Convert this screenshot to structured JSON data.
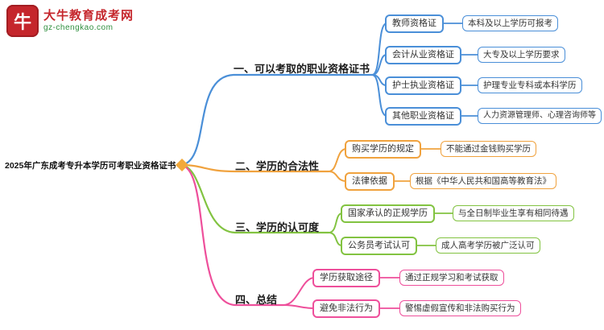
{
  "logo": {
    "title": "大牛教育成考网",
    "subtitle": "gz-chengkao.com",
    "icon": "bull-seal-icon",
    "icon_glyph": "牛"
  },
  "root_label": "2025年广东成考专升本学历可考职业资格证书",
  "colors": {
    "branch1_blue": "#4a8fd8",
    "branch2_orange": "#f0a23e",
    "branch3_green": "#82c341",
    "branch4_pink": "#ee4f9b",
    "logo_red": "#c5262c",
    "logo_green": "#2f8f3f"
  },
  "branches": [
    {
      "label": "一、可以考取的职业资格证书",
      "children": [
        {
          "label": "教师资格证",
          "detail": "本科及以上学历可报考"
        },
        {
          "label": "会计从业资格证",
          "detail": "大专及以上学历要求"
        },
        {
          "label": "护士执业资格证",
          "detail": "护理专业专科或本科学历"
        },
        {
          "label": "其他职业资格证",
          "detail": "人力资源管理师、心理咨询师等"
        }
      ]
    },
    {
      "label": "二、学历的合法性",
      "children": [
        {
          "label": "购买学历的规定",
          "detail": "不能通过金钱购买学历"
        },
        {
          "label": "法律依据",
          "detail": "根据《中华人民共和国高等教育法》"
        }
      ]
    },
    {
      "label": "三、学历的认可度",
      "children": [
        {
          "label": "国家承认的正规学历",
          "detail": "与全日制毕业生享有相同待遇"
        },
        {
          "label": "公务员考试认可",
          "detail": "成人高考学历被广泛认可"
        }
      ]
    },
    {
      "label": "四、总结",
      "children": [
        {
          "label": "学历获取途径",
          "detail": "通过正规学习和考试获取"
        },
        {
          "label": "避免非法行为",
          "detail": "警惕虚假宣传和非法购买行为"
        }
      ]
    }
  ]
}
